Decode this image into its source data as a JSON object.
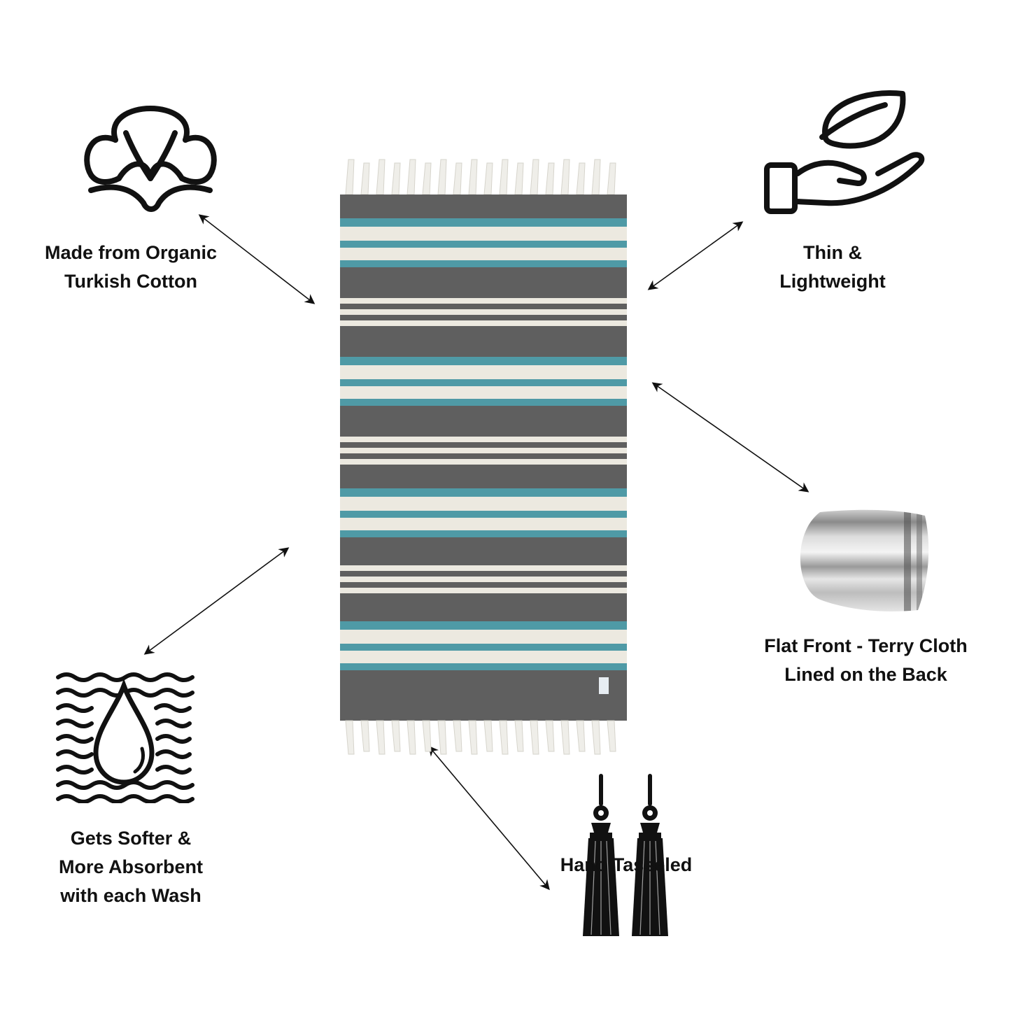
{
  "features": {
    "cotton": {
      "line1": "Made from Organic",
      "line2": "Turkish Cotton",
      "icon": "cotton-boll-icon"
    },
    "lightweight": {
      "line1": "Thin &",
      "line2": "Lightweight",
      "icon": "leaf-on-hand-icon"
    },
    "terry": {
      "line1": "Flat Front  - Terry Cloth",
      "line2": "Lined on the Back",
      "icon": "terry-cloth-swatch"
    },
    "absorbent": {
      "line1": "Gets Softer &",
      "line2": "More Absorbent",
      "line3": "with each Wash",
      "icon": "water-drop-waves-icon"
    },
    "tassel": {
      "line1": "Hand Tasseled",
      "icon": "tassel-icon"
    }
  },
  "colors": {
    "text": "#111111",
    "towel_gray": "#5f5f5f",
    "towel_teal": "#4f9aa6",
    "towel_cream": "#ece9e0",
    "arrow": "#111111"
  }
}
